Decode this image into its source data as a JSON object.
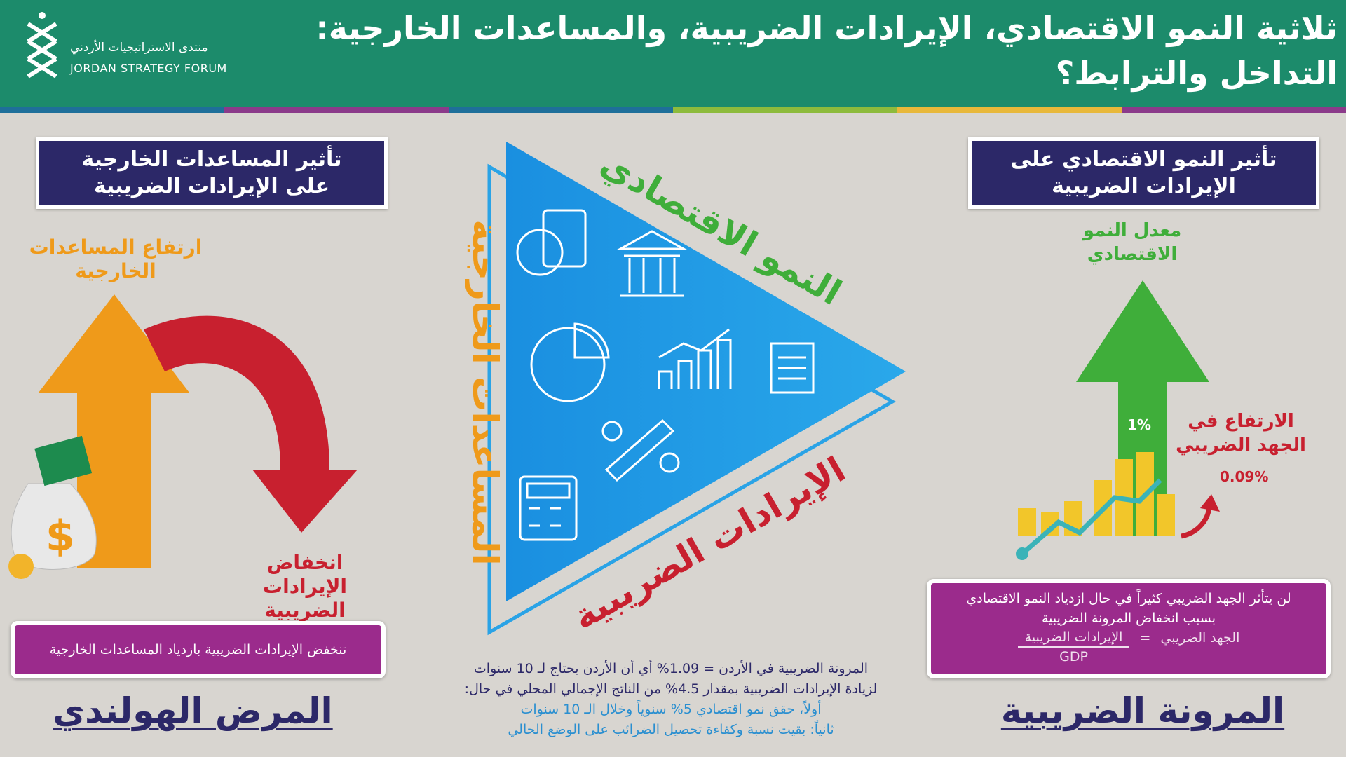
{
  "header": {
    "title_line1": "ثلاثية النمو الاقتصادي، الإيرادات الضريبية، والمساعدات الخارجية:",
    "title_line2": "التداخل والترابط؟",
    "logo": {
      "arabic": "منتدى الاستراتيجيات الأردني",
      "english": "JORDAN STRATEGY FORUM"
    },
    "strip_colors": [
      "#1e6f9a",
      "#8b3a8a",
      "#1e6f9a",
      "#8dbb3c",
      "#e8b83a",
      "#8b3a8a"
    ],
    "background_color": "#1c8b6b"
  },
  "left": {
    "box_title": "تأثير المساعدات الخارجية على الإيرادات الضريبية",
    "up_label": "ارتفاع المساعدات الخارجية",
    "down_label": "انخفاض الإيرادات الضريبية",
    "bubble_text": "تنخفض الإيرادات الضريبية بازدياد المساعدات الخارجية",
    "footer_title": "المرض الهولندي",
    "icons": [
      "up-arrow-orange",
      "curved-arrow-red",
      "money-bag"
    ]
  },
  "center": {
    "side_left": "المساعدات الخارجية",
    "side_top": "النمو الاقتصادي",
    "side_bottom": "الإيرادات الضريبية",
    "icons": [
      "coins",
      "bank",
      "pie-chart",
      "bar-chart",
      "scroll",
      "percent",
      "calculator"
    ],
    "text_line1": "المرونة الضريبية في الأردن = 1.09% أي أن الأردن يحتاج لـ 10 سنوات",
    "text_line2": "لزيادة الإيرادات الضريبية بمقدار 4.5% من الناتج الإجمالي المحلي في حال:",
    "text_line3": "أولاً، حقق نمو اقتصادي 5% سنوياً وخلال الـ 10 سنوات",
    "text_line4": "ثانياً: بقيت نسبة وكفاءة تحصيل الضرائب على الوضع الحالي"
  },
  "right": {
    "box_title": "تأثير النمو الاقتصادي على الإيرادات الضريبية",
    "up_label": "معدل النمو الاقتصادي",
    "growth_value": "1%",
    "effort_label": "الارتفاع في الجهد الضريبي",
    "effort_value": "0.09%",
    "bubble_line1": "لن يتأثر الجهد الضريبي كثيراً في حال ازدياد النمو الاقتصادي",
    "bubble_line2": "بسبب انخفاض المرونة الضريبية",
    "formula_lhs": "الجهد الضريبي",
    "formula_eq": "=",
    "formula_num": "الإيرادات الضريبية",
    "formula_den": "GDP",
    "footer_title": "المرونة الضريبية"
  },
  "colors": {
    "navy": "#2c2868",
    "orange": "#ef9a1a",
    "red": "#c8202f",
    "green": "#3fae3a",
    "purple": "#9b2b8c",
    "blue": "#1f95e0"
  }
}
